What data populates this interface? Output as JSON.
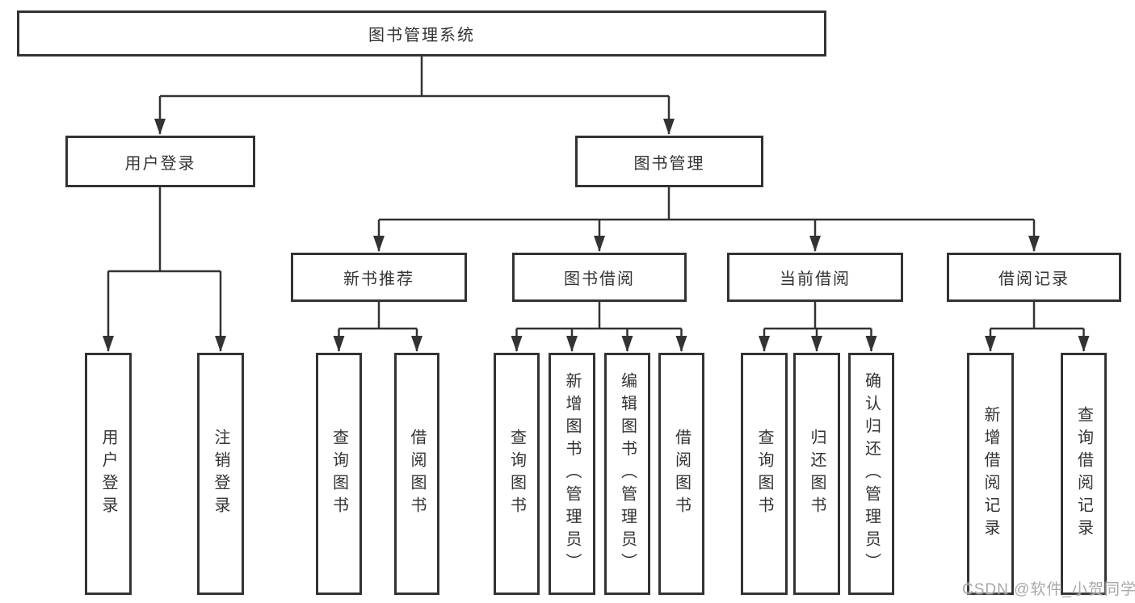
{
  "tree": {
    "root": {
      "label": "图书管理系统"
    },
    "branches": [
      {
        "label": "用户登录",
        "children": [
          {
            "label": "用户登录"
          },
          {
            "label": "注销登录"
          }
        ]
      },
      {
        "label": "图书管理",
        "children": [
          {
            "label": "新书推荐",
            "children": [
              {
                "label": "查询图书"
              },
              {
                "label": "借阅图书"
              }
            ]
          },
          {
            "label": "图书借阅",
            "children": [
              {
                "label": "查询图书"
              },
              {
                "label": "新增图书（管理员）"
              },
              {
                "label": "编辑图书（管理员）"
              },
              {
                "label": "借阅图书"
              }
            ]
          },
          {
            "label": "当前借阅",
            "children": [
              {
                "label": "查询图书"
              },
              {
                "label": "归还图书"
              },
              {
                "label": "确认归还（管理员）"
              }
            ]
          },
          {
            "label": "借阅记录",
            "children": [
              {
                "label": "新增借阅记录"
              },
              {
                "label": "查询借阅记录"
              }
            ]
          }
        ]
      }
    ]
  },
  "watermark": "CSDN @软件_小贺同学",
  "colors": {
    "line": "#333333",
    "box_border": "#333333",
    "text": "#333333",
    "watermark": "#a8a8a8",
    "background": "#ffffff"
  }
}
